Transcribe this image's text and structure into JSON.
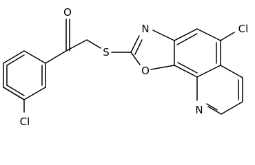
{
  "molecule": {
    "atoms": {
      "carbonyl_oxygen": "O",
      "sulfur": "S",
      "oxazole_nitrogen": "N",
      "oxazole_oxygen": "O",
      "chlorine_quinoline": "Cl",
      "chlorine_phenyl": "Cl",
      "pyridine_nitrogen": "N"
    }
  }
}
